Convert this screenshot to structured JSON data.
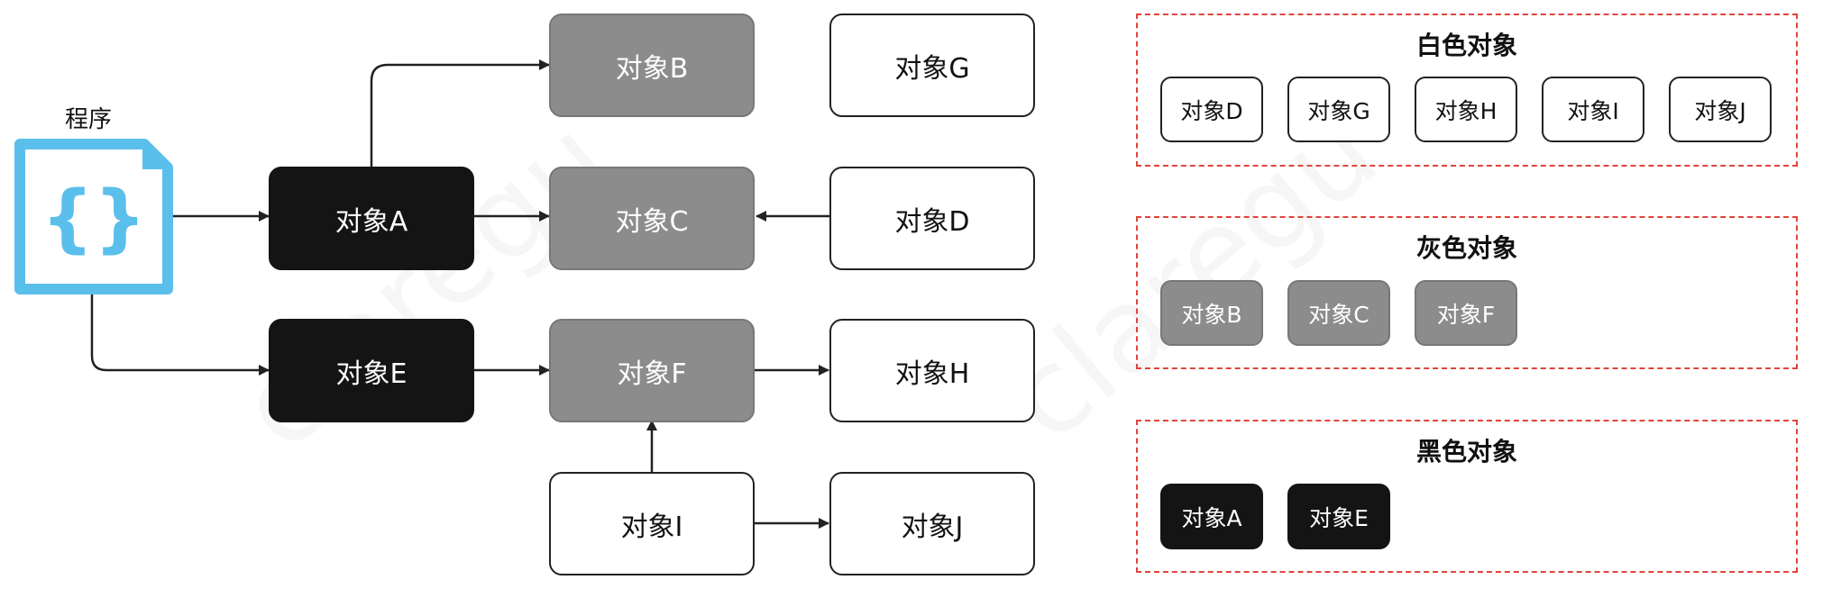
{
  "program": {
    "label": "程序"
  },
  "nodes": {
    "A": {
      "label": "对象A",
      "color": "black"
    },
    "B": {
      "label": "对象B",
      "color": "gray"
    },
    "C": {
      "label": "对象C",
      "color": "gray"
    },
    "D": {
      "label": "对象D",
      "color": "white"
    },
    "E": {
      "label": "对象E",
      "color": "black"
    },
    "F": {
      "label": "对象F",
      "color": "gray"
    },
    "G": {
      "label": "对象G",
      "color": "white"
    },
    "H": {
      "label": "对象H",
      "color": "white"
    },
    "I": {
      "label": "对象I",
      "color": "white"
    },
    "J": {
      "label": "对象J",
      "color": "white"
    }
  },
  "edges": [
    {
      "from": "program",
      "to": "A"
    },
    {
      "from": "program",
      "to": "E"
    },
    {
      "from": "A",
      "to": "B"
    },
    {
      "from": "A",
      "to": "C"
    },
    {
      "from": "D",
      "to": "C"
    },
    {
      "from": "E",
      "to": "F"
    },
    {
      "from": "F",
      "to": "H"
    },
    {
      "from": "I",
      "to": "F"
    },
    {
      "from": "I",
      "to": "J"
    }
  ],
  "groups": {
    "white": {
      "title": "白色对象",
      "items": [
        "对象D",
        "对象G",
        "对象H",
        "对象I",
        "对象J"
      ]
    },
    "gray": {
      "title": "灰色对象",
      "items": [
        "对象B",
        "对象C",
        "对象F"
      ]
    },
    "black": {
      "title": "黑色对象",
      "items": [
        "对象A",
        "对象E"
      ]
    }
  },
  "watermark": "claregu",
  "colors": {
    "white_fill": "#ffffff",
    "gray_fill": "#8c8c8c",
    "black_fill": "#141414",
    "group_border": "#e0443c",
    "program_icon": "#5bbfec"
  }
}
